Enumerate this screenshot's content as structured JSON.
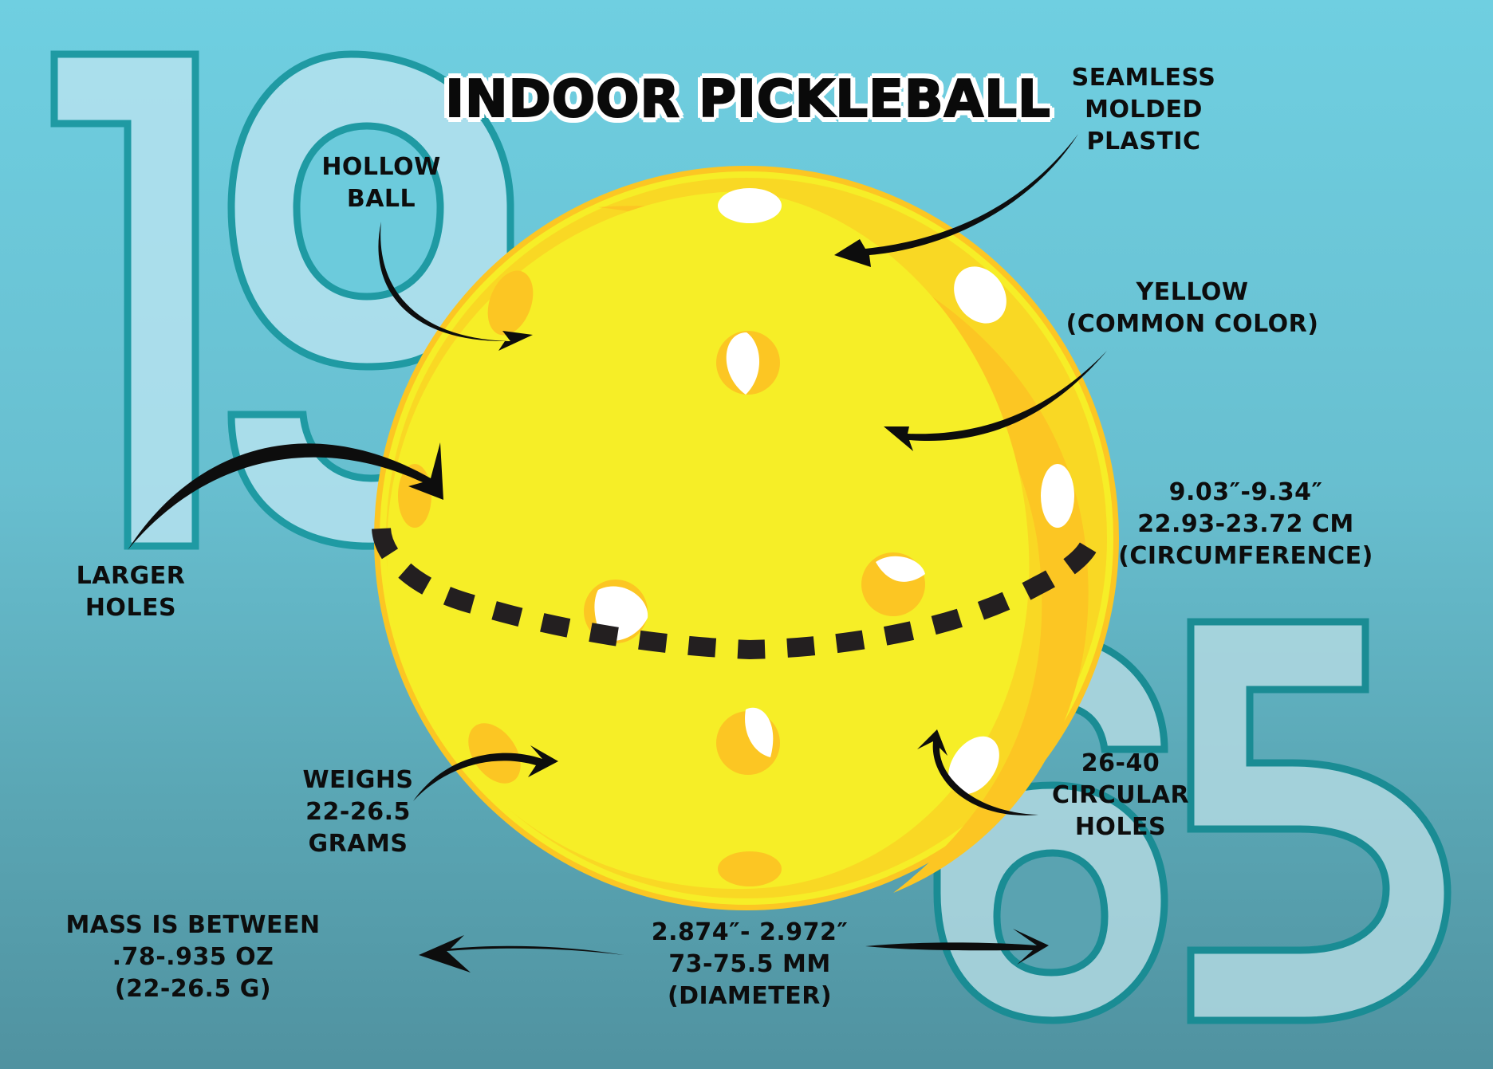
{
  "title": "INDOOR PICKLEBALL",
  "background_numbers": [
    "19",
    "65"
  ],
  "colors": {
    "background_top": "#6fcfe1",
    "background_bottom": "#5092a0",
    "numeral_fill": "#b5e2ee",
    "numeral_outline": "#1f9aa3",
    "ball_yellow": "#f6ee27",
    "ball_orange": "#fcc623",
    "hole_white": "#ffffff",
    "arrow_black": "#0d0d0d",
    "seam_dash": "#231f20"
  },
  "labels": {
    "seamless": [
      "SEAMLESS",
      "MOLDED",
      "PLASTIC"
    ],
    "hollow": [
      "HOLLOW",
      "BALL"
    ],
    "yellow": [
      "YELLOW",
      "(COMMON COLOR)"
    ],
    "circumference": [
      "9.03″-9.34″",
      "22.93-23.72 CM",
      "(CIRCUMFERENCE)"
    ],
    "larger_holes": [
      "LARGER",
      "HOLES"
    ],
    "weighs": [
      "WEIGHS",
      "22-26.5",
      "GRAMS"
    ],
    "circular_holes": [
      "26-40",
      "CIRCULAR",
      "HOLES"
    ],
    "mass": [
      "MASS IS BETWEEN",
      ".78-.935 OZ",
      "(22-26.5 G)"
    ],
    "diameter": [
      "2.874″- 2.972″",
      "73-75.5 MM",
      "(DIAMETER)"
    ]
  }
}
